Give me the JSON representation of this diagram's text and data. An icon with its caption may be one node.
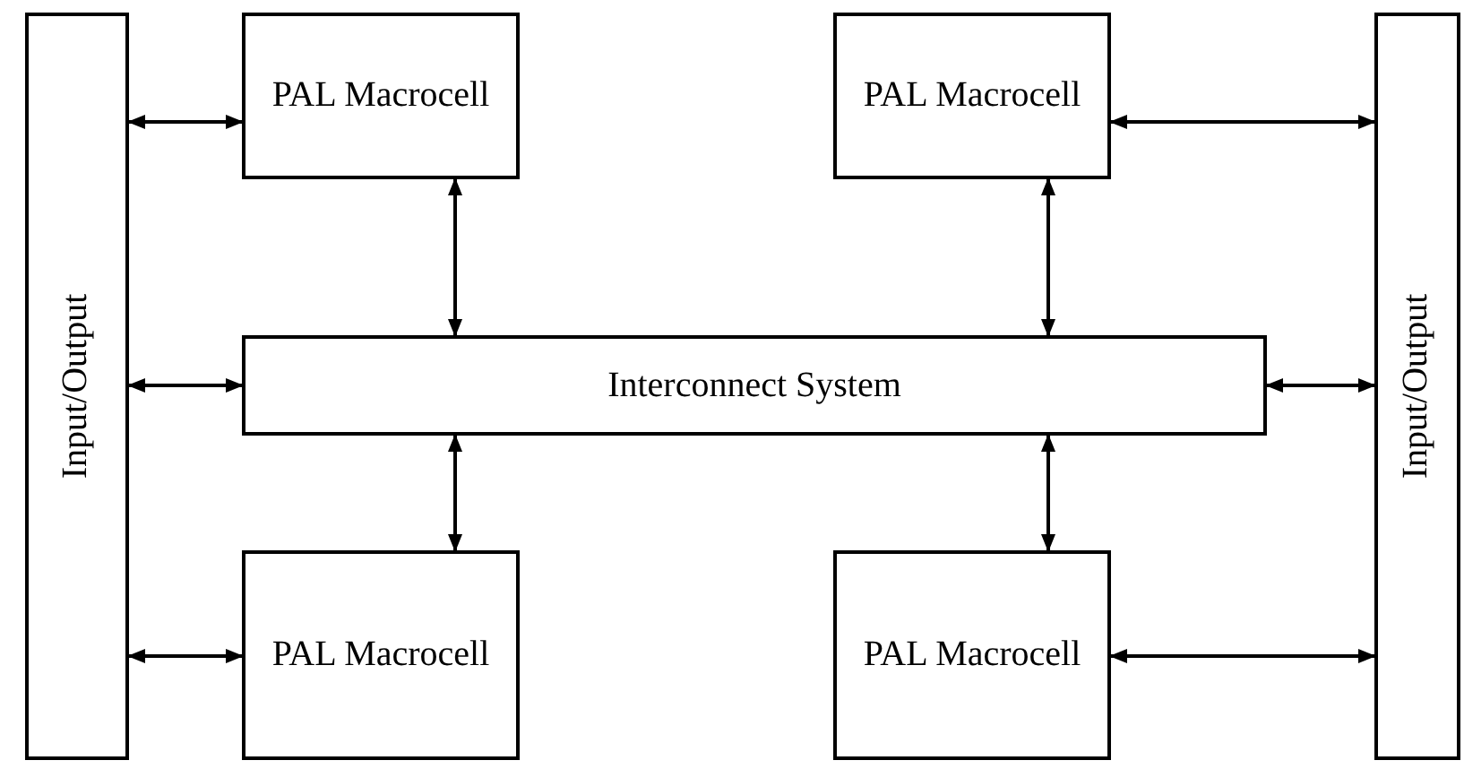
{
  "diagram": {
    "nodes": [
      {
        "text": [
          "Input/Output"
        ]
      },
      {
        "text": [
          "PAL Macrocell"
        ]
      },
      {
        "text": [
          "PAL Macrocell"
        ]
      },
      {
        "text": [
          "Input/Output"
        ]
      },
      {
        "text": [
          "Interconnect System"
        ]
      },
      {
        "text": [
          "PAL Macrocell"
        ]
      },
      {
        "text": [
          "PAL Macrocell"
        ]
      }
    ],
    "edges": [
      {
        "from": 0,
        "to": 1,
        "arrow": "both"
      },
      {
        "from": 0,
        "to": 4,
        "arrow": "both"
      },
      {
        "from": 0,
        "to": 5,
        "arrow": "both"
      },
      {
        "from": 2,
        "to": 3,
        "arrow": "both"
      },
      {
        "from": 4,
        "to": 3,
        "arrow": "both"
      },
      {
        "from": 6,
        "to": 3,
        "arrow": "both"
      },
      {
        "from": 1,
        "to": 4,
        "arrow": "both"
      },
      {
        "from": 2,
        "to": 4,
        "arrow": "both"
      },
      {
        "from": 4,
        "to": 5,
        "arrow": "both"
      },
      {
        "from": 4,
        "to": 6,
        "arrow": "both"
      }
    ]
  }
}
